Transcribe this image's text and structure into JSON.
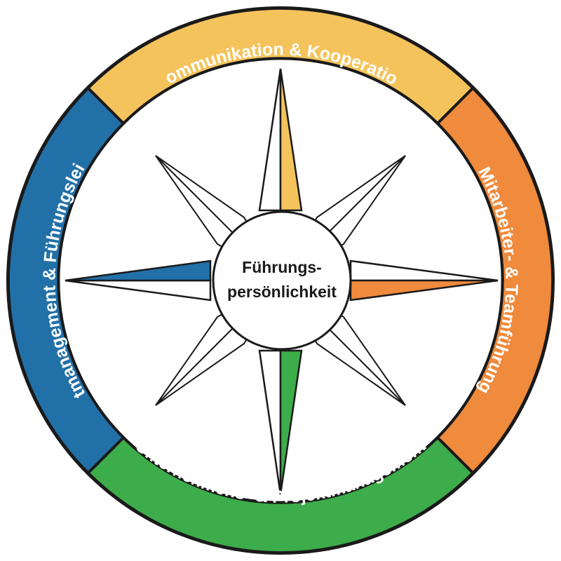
{
  "center": {
    "line1": "Führungs-",
    "line2": "persönlichkeit"
  },
  "segments": [
    {
      "key": "top",
      "label": "Kommunikation & Kooperation",
      "color": "#f5c35c"
    },
    {
      "key": "right",
      "label": "Mitarbeiter- & Teamführung",
      "color": "#f08a3c"
    },
    {
      "key": "bottom",
      "label": "Unternehmens- & Projektmanagement",
      "color": "#3dac4a"
    },
    {
      "key": "left",
      "label": "Selbstmanagement & Führungsleistung",
      "color": "#2270a8"
    }
  ],
  "colors": {
    "outline": "#1a1a1a",
    "background": "#ffffff"
  }
}
